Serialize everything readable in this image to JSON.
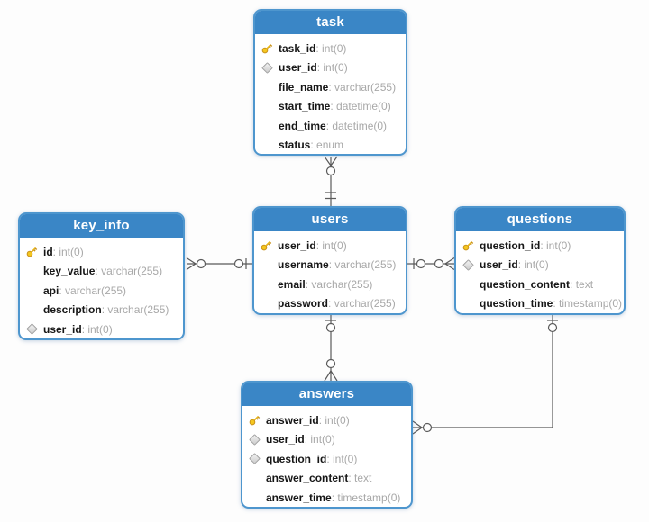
{
  "colors": {
    "header": "#3A86C6",
    "border": "#4E96CE",
    "line": "#5a5a5a",
    "field_name": "#161616",
    "field_type": "#a8a8a8",
    "key_icon": "#F5C71F",
    "diamond_icon": "#d9d9d9"
  },
  "tables": {
    "task": {
      "title": "task",
      "fields": [
        {
          "icon": "key-icon",
          "name": "task_id",
          "type": "int(0)"
        },
        {
          "icon": "diamond-icon",
          "name": "user_id",
          "type": "int(0)"
        },
        {
          "icon": "none",
          "name": "file_name",
          "type": "varchar(255)"
        },
        {
          "icon": "none",
          "name": "start_time",
          "type": "datetime(0)"
        },
        {
          "icon": "none",
          "name": "end_time",
          "type": "datetime(0)"
        },
        {
          "icon": "none",
          "name": "status",
          "type": "enum"
        }
      ]
    },
    "key_info": {
      "title": "key_info",
      "fields": [
        {
          "icon": "key-icon",
          "name": "id",
          "type": "int(0)"
        },
        {
          "icon": "none",
          "name": "key_value",
          "type": "varchar(255)"
        },
        {
          "icon": "none",
          "name": "api",
          "type": "varchar(255)"
        },
        {
          "icon": "none",
          "name": "description",
          "type": "varchar(255)"
        },
        {
          "icon": "diamond-icon",
          "name": "user_id",
          "type": "int(0)"
        }
      ]
    },
    "users": {
      "title": "users",
      "fields": [
        {
          "icon": "key-icon",
          "name": "user_id",
          "type": "int(0)"
        },
        {
          "icon": "none",
          "name": "username",
          "type": "varchar(255)"
        },
        {
          "icon": "none",
          "name": "email",
          "type": "varchar(255)"
        },
        {
          "icon": "none",
          "name": "password",
          "type": "varchar(255)"
        }
      ]
    },
    "questions": {
      "title": "questions",
      "fields": [
        {
          "icon": "key-icon",
          "name": "question_id",
          "type": "int(0)"
        },
        {
          "icon": "diamond-icon",
          "name": "user_id",
          "type": "int(0)"
        },
        {
          "icon": "none",
          "name": "question_content",
          "type": "text"
        },
        {
          "icon": "none",
          "name": "question_time",
          "type": "timestamp(0)"
        }
      ]
    },
    "answers": {
      "title": "answers",
      "fields": [
        {
          "icon": "key-icon",
          "name": "answer_id",
          "type": "int(0)"
        },
        {
          "icon": "diamond-icon",
          "name": "user_id",
          "type": "int(0)"
        },
        {
          "icon": "diamond-icon",
          "name": "question_id",
          "type": "int(0)"
        },
        {
          "icon": "none",
          "name": "answer_content",
          "type": "text"
        },
        {
          "icon": "none",
          "name": "answer_time",
          "type": "timestamp(0)"
        }
      ]
    }
  },
  "relationships": [
    {
      "from": "task",
      "to": "users",
      "from_cardinality": "zero-or-many",
      "to_cardinality": "one-and-only-one"
    },
    {
      "from": "key_info",
      "to": "users",
      "from_cardinality": "zero-or-many",
      "to_cardinality": "zero-or-one"
    },
    {
      "from": "questions",
      "to": "users",
      "from_cardinality": "zero-or-many",
      "to_cardinality": "zero-or-one"
    },
    {
      "from": "answers",
      "to": "users",
      "from_cardinality": "zero-or-many",
      "to_cardinality": "zero-or-one"
    },
    {
      "from": "answers",
      "to": "questions",
      "from_cardinality": "zero-or-many",
      "to_cardinality": "zero-or-one"
    }
  ]
}
